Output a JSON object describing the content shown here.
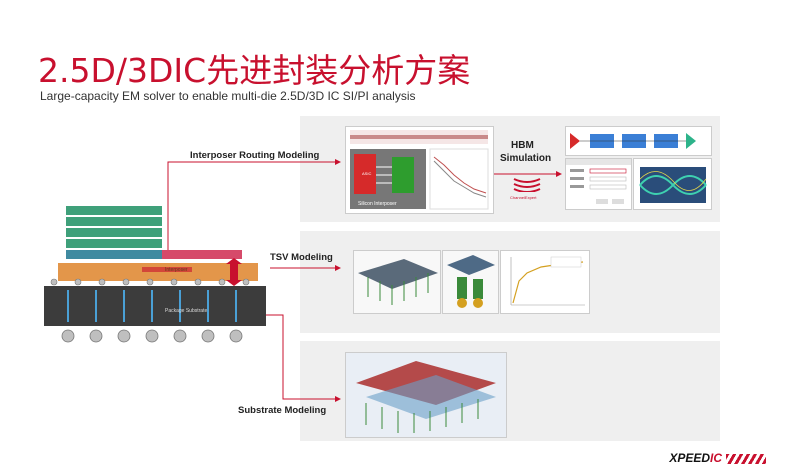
{
  "header": {
    "title": "2.5D/3DIC先进封装分析方案",
    "subtitle": "Large-capacity EM solver to enable multi-die 2.5D/3D IC SI/PI analysis"
  },
  "rows": [
    {
      "label": "Interposer Routing Modeling"
    },
    {
      "label": "TSV Modeling"
    },
    {
      "label": "Substrate Modeling"
    }
  ],
  "hbm": {
    "title": "HBM",
    "subtitle": "Simulation",
    "logo": "ChannelExpert"
  },
  "stack": {
    "interposer_label": "Interposer",
    "substrate_label": "Package Substrate",
    "asic_label": "ASIC",
    "silicon_interposer_label": "Silicon Interposer"
  },
  "logo": {
    "text_main": "XPEED",
    "text_accent": "IC"
  },
  "colors": {
    "accent": "#c8102e",
    "panel": "#efefef"
  }
}
